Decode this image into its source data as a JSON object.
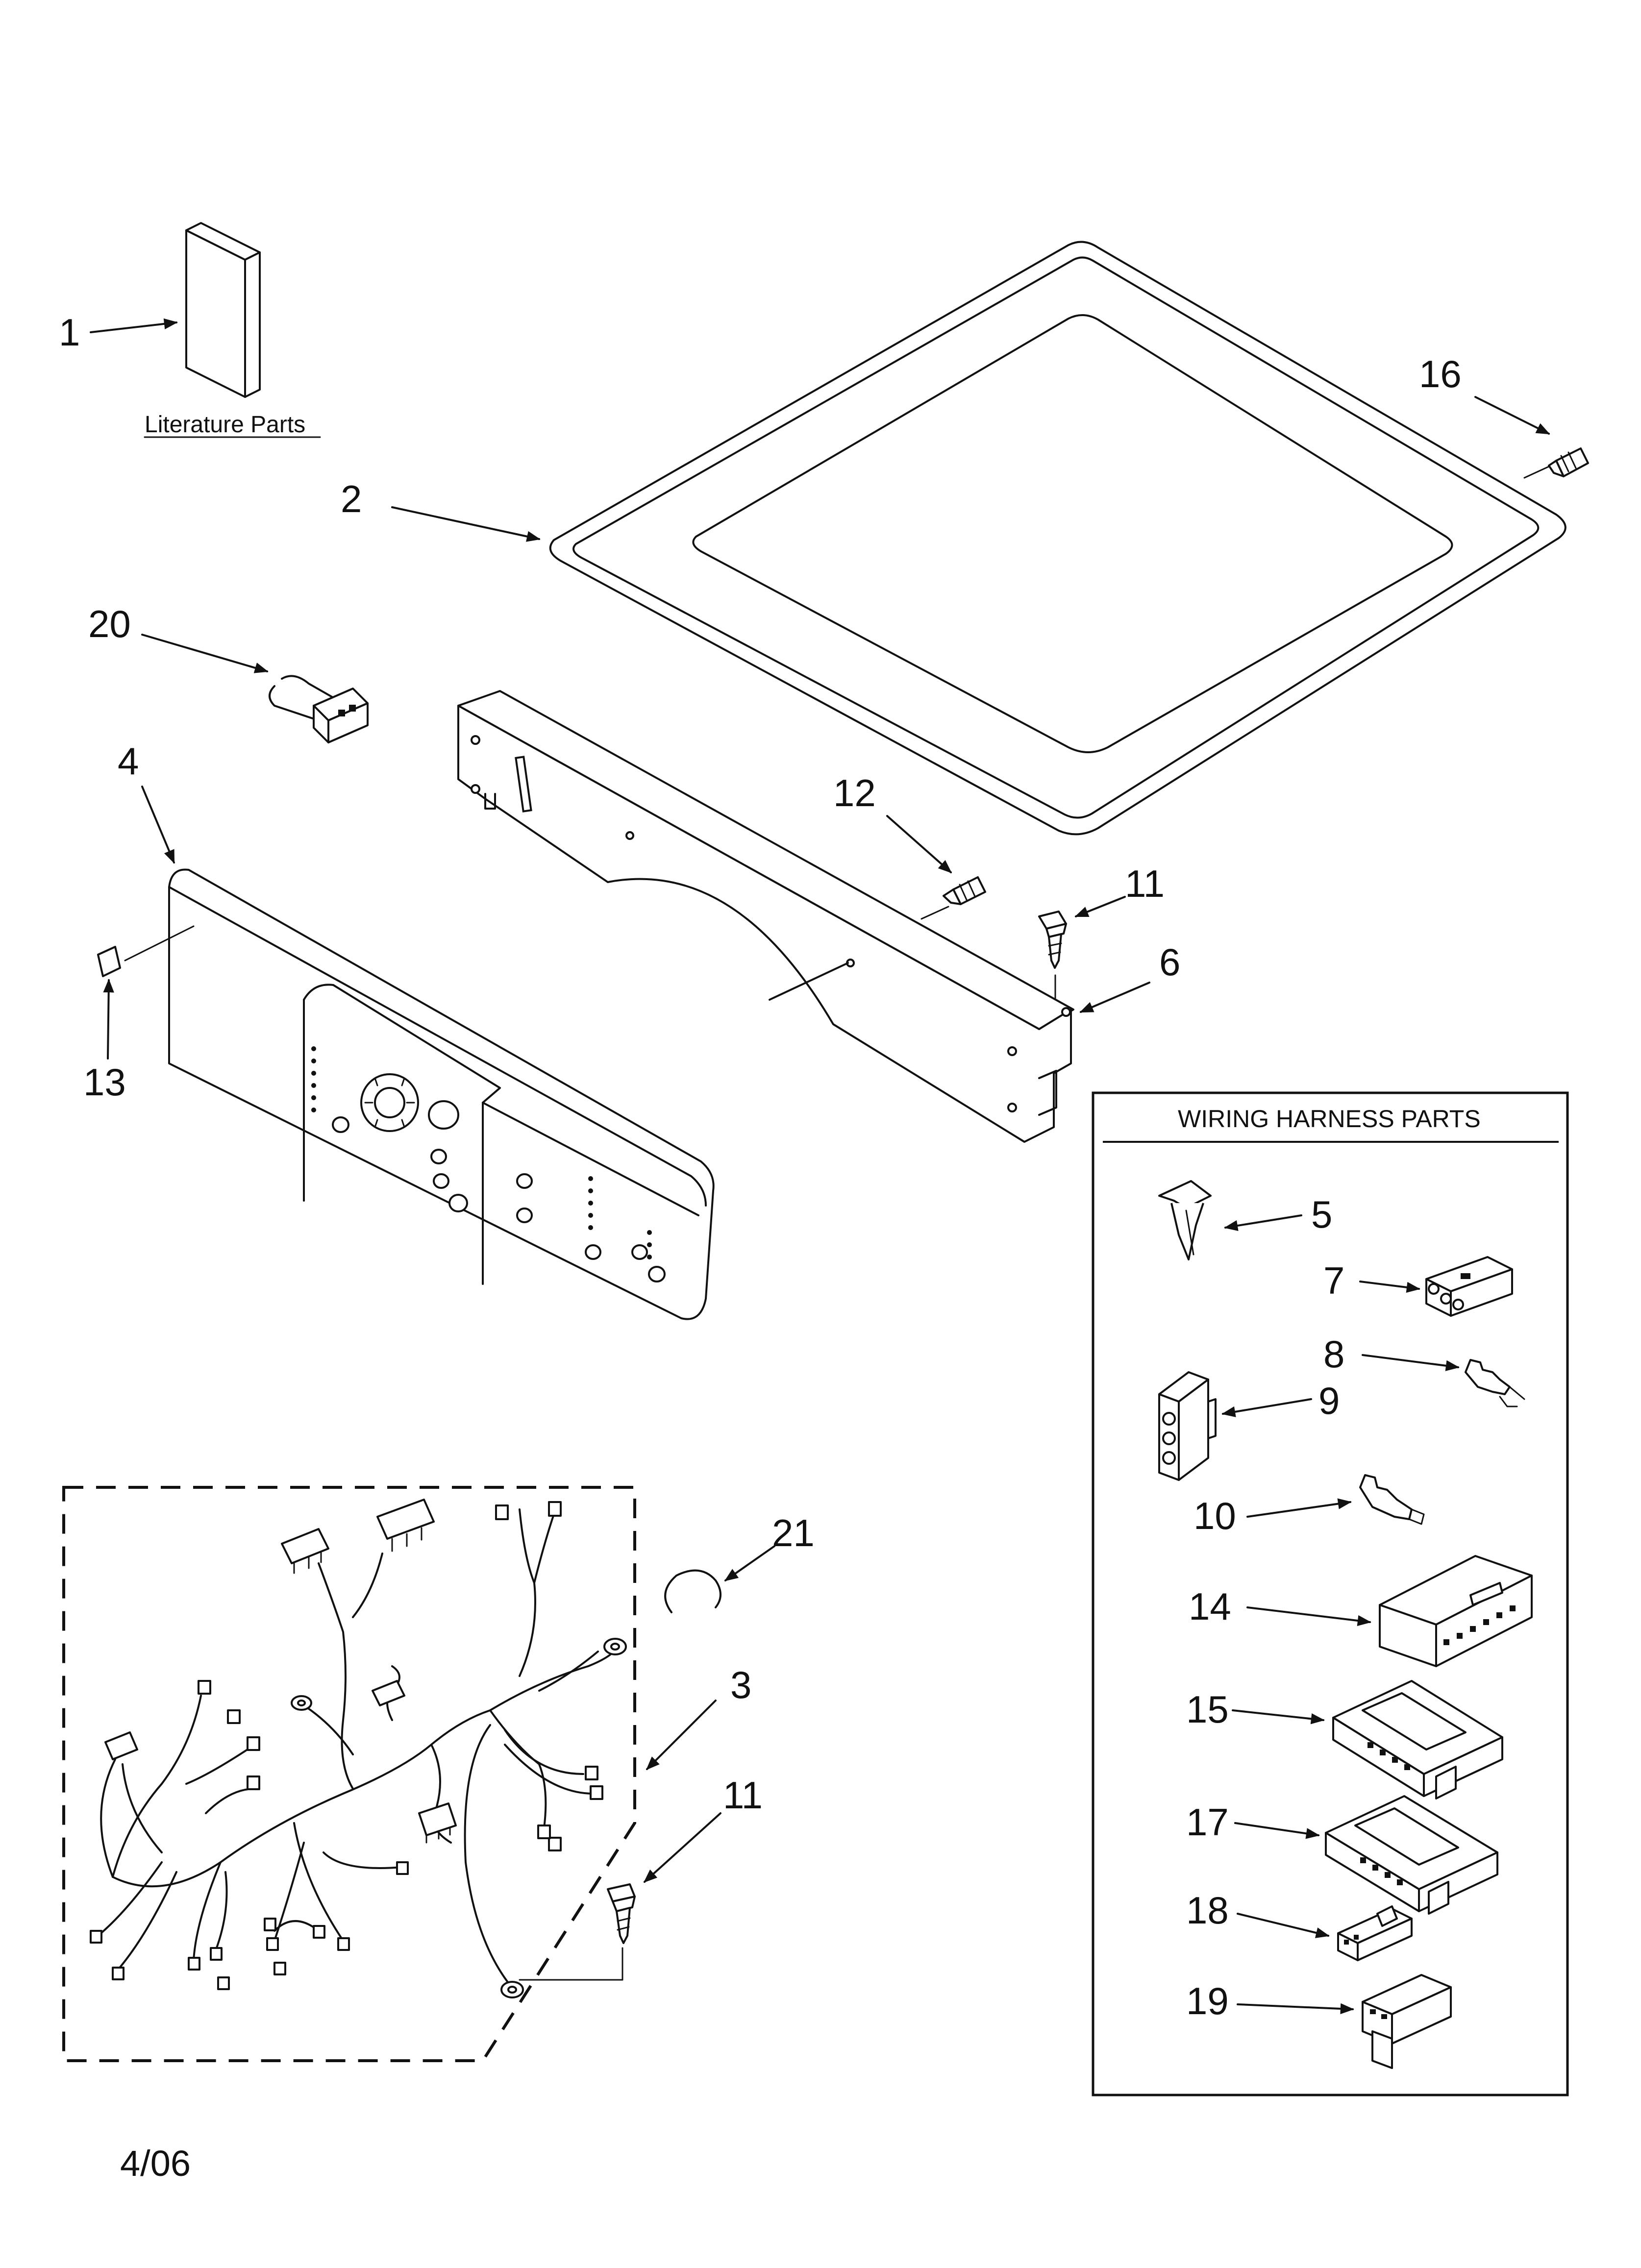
{
  "diagram": {
    "literature_label": "Literature Parts",
    "wiring_box_title": "WIRING HARNESS PARTS",
    "date_code": "4/06",
    "callouts": {
      "c1": "1",
      "c2": "2",
      "c3": "3",
      "c4": "4",
      "c5": "5",
      "c6": "6",
      "c7": "7",
      "c8": "8",
      "c9": "9",
      "c10": "10",
      "c11a": "11",
      "c11b": "11",
      "c12": "12",
      "c13": "13",
      "c14": "14",
      "c15": "15",
      "c16": "16",
      "c17": "17",
      "c18": "18",
      "c19": "19",
      "c20": "20",
      "c21": "21"
    }
  }
}
